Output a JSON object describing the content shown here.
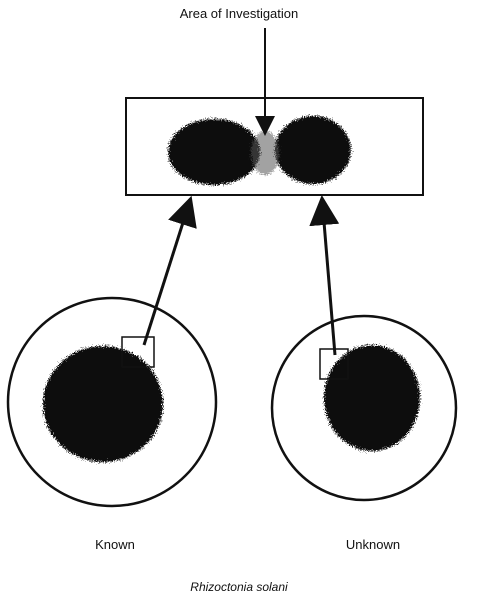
{
  "diagram": {
    "title": "Area of Investigation",
    "left_label": "Known",
    "right_label": "Unknown",
    "caption": "Rhizoctonia solani"
  },
  "colors": {
    "ink": "#111111",
    "background": "#ffffff"
  }
}
